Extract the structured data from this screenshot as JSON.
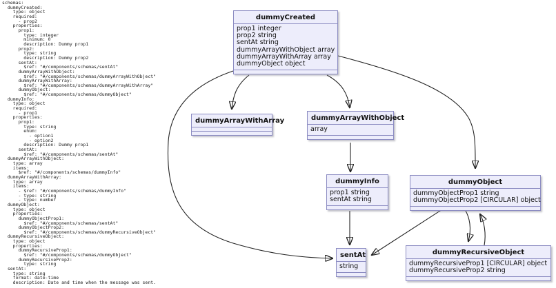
{
  "yaml_source": "schemas:\n  dummyCreated:\n    type: object\n    required:\n      - prop2\n    properties:\n      prop1:\n        type: integer\n        minimum: 0\n        description: Dummy prop1\n      prop2:\n        type: string\n        description: Dummy prop2\n      sentAt:\n        $ref: \"#/components/schemas/sentAt\"\n      dummyArrayWithObject:\n        $ref: \"#/components/schemas/dummyArrayWithObject\"\n      dummyArrayWithArray:\n        $ref: \"#/components/schemas/dummyArrayWithArray\"\n      dummyObject:\n        $ref: \"#/components/schemas/dummyObject\"\n  dummyInfo:\n    type: object\n    required:\n      - prop1\n    properties:\n      prop1:\n        type: string\n        enum:\n          - option1\n          - option2\n        description: Dummy prop1\n      sentAt:\n        $ref: \"#/components/schemas/sentAt\"\n  dummyArrayWithObject:\n    type: array\n    items:\n      $ref: \"#/components/schemas/dummyInfo\"\n  dummyArrayWithArray:\n    type: array\n    items:\n      - $ref: \"#/components/schemas/dummyInfo\"\n      - type: string\n      - type: number\n  dummyObject:\n    type: object\n    properties:\n      dummyObjectProp1:\n        $ref: \"#/components/schemas/sentAt\"\n      dummyObjectProp2:\n        $ref: \"#/components/schemas/dummyRecursiveObject\"\n  dummyRecursiveObject:\n    type: object\n    properties:\n      dummyRecursiveProp1:\n        $ref: \"#/components/schemas/dummyObject\"\n      dummyRecursiveProp2:\n        type: string\n  sentAt:\n    type: string\n    format: date-time\n    description: Date and time when the message was sent.",
  "diagram": {
    "colors": {
      "node_fill": "#ededfb",
      "node_border": "#8c8cc2",
      "edge": "#222222",
      "text": "#111111"
    },
    "nodes": [
      {
        "id": "dummyCreated",
        "title": "dummyCreated",
        "props": [
          "prop1 integer",
          "prop2 string",
          "sentAt string",
          "dummyArrayWithObject array",
          "dummyArrayWithArray array",
          "dummyObject object"
        ]
      },
      {
        "id": "dummyArrayWithArray",
        "title": "dummyArrayWithArray",
        "props": []
      },
      {
        "id": "dummyArrayWithObject",
        "title": "dummyArrayWithObject",
        "props": [
          "array"
        ]
      },
      {
        "id": "dummyInfo",
        "title": "dummyInfo",
        "props": [
          "prop1 string",
          "sentAt string"
        ]
      },
      {
        "id": "dummyObject",
        "title": "dummyObject",
        "props": [
          "dummyObjectProp1 string",
          "dummyObjectProp2 [CIRCULAR] object"
        ]
      },
      {
        "id": "sentAt",
        "title": "sentAt",
        "props": [
          "string"
        ]
      },
      {
        "id": "dummyRecursiveObject",
        "title": "dummyRecursiveObject",
        "props": [
          "dummyRecursiveProp1 [CIRCULAR] object",
          "dummyRecursiveProp2 string"
        ]
      }
    ],
    "edges": [
      {
        "from": "dummyCreated",
        "to": "dummyArrayWithArray"
      },
      {
        "from": "dummyCreated",
        "to": "dummyArrayWithObject"
      },
      {
        "from": "dummyCreated",
        "to": "dummyObject"
      },
      {
        "from": "dummyCreated",
        "to": "sentAt"
      },
      {
        "from": "dummyArrayWithObject",
        "to": "dummyInfo"
      },
      {
        "from": "dummyInfo",
        "to": "sentAt"
      },
      {
        "from": "dummyObject",
        "to": "sentAt"
      },
      {
        "from": "dummyObject",
        "to": "dummyRecursiveObject"
      },
      {
        "from": "dummyRecursiveObject",
        "to": "dummyObject"
      }
    ]
  }
}
